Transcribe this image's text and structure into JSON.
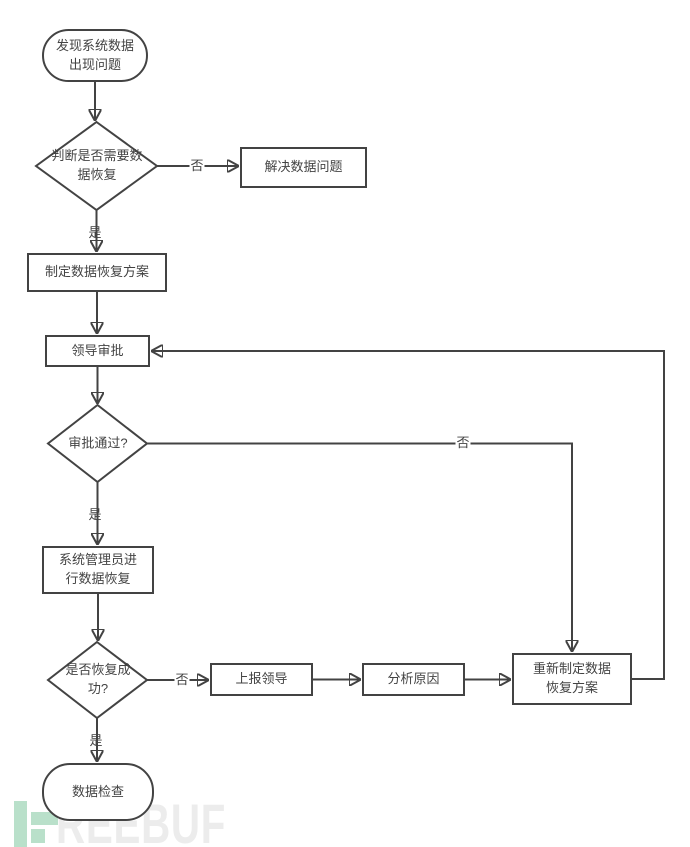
{
  "diagram": {
    "nodes": {
      "start": {
        "type": "terminator",
        "label": "发现系统数据\n出现问题"
      },
      "need_recovery": {
        "type": "decision",
        "label": "判断是否需要数\n据恢复"
      },
      "solve": {
        "type": "process",
        "label": "解决数据问题"
      },
      "make_plan": {
        "type": "process",
        "label": "制定数据恢复方案"
      },
      "approval": {
        "type": "process",
        "label": "领导审批"
      },
      "approved": {
        "type": "decision",
        "label": "审批通过?"
      },
      "admin_recovery": {
        "type": "process",
        "label": "系统管理员进\n行数据恢复"
      },
      "recovery_success": {
        "type": "decision",
        "label": "是否恢复成\n功?"
      },
      "report": {
        "type": "process",
        "label": "上报领导"
      },
      "analyze": {
        "type": "process",
        "label": "分析原因"
      },
      "replan": {
        "type": "process",
        "label": "重新制定数据\n恢复方案"
      },
      "end": {
        "type": "terminator",
        "label": "数据检查"
      }
    },
    "edge_labels": {
      "need_recovery_no": "否",
      "need_recovery_yes": "是",
      "approved_no": "否",
      "approved_yes": "是",
      "success_no": "否",
      "success_yes": "是"
    },
    "colors": {
      "stroke": "#434343",
      "text": "#434343",
      "node_fill": "#ffffff",
      "background": "#ffffff",
      "watermark_green": "#b9e0ca",
      "watermark_gray": "#ececec"
    }
  },
  "watermark": {
    "logo_icon": "freebuf-f-icon",
    "text": "REEBUF"
  }
}
